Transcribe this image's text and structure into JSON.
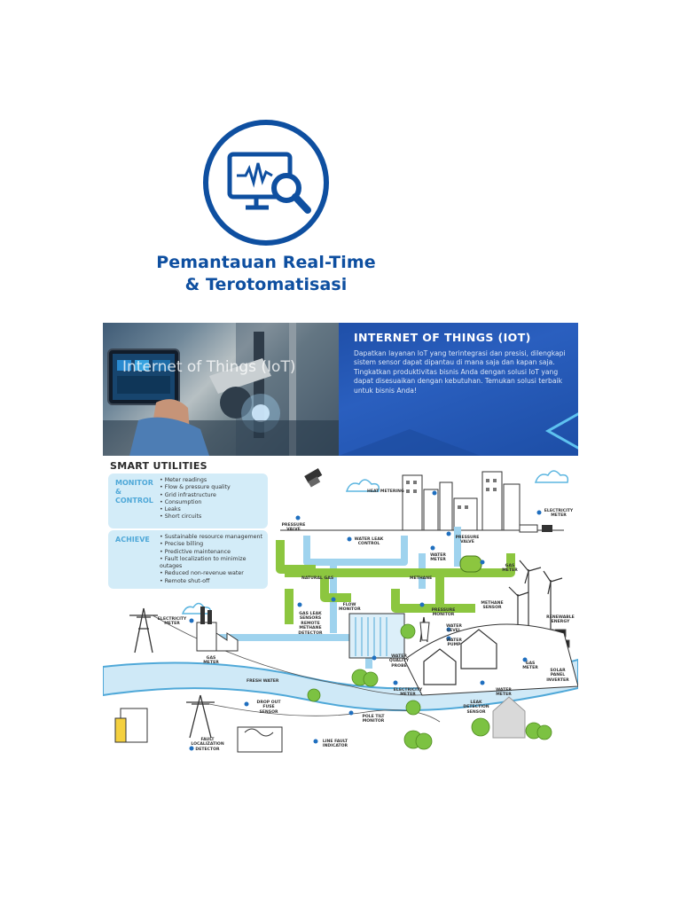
{
  "heading": {
    "line1": "Pemantauan Real-Time",
    "line2": "& Terotomatisasi"
  },
  "banner": {
    "overlay_title": "Internet of Things (IoT)",
    "panel_title": "INTERNET OF THINGS (IOT)",
    "panel_text": "Dapatkan layanan IoT yang terintegrasi dan presisi, dilengkapi sistem sensor dapat dipantau di mana saja dan kapan saja. Tingkatkan produktivitas bisnis Anda dengan solusi IoT yang dapat disesuaikan dengan kebutuhan. Temukan solusi terbaik untuk bisnis Anda!"
  },
  "infographic": {
    "title": "SMART UTILITIES",
    "monitor_header": "MONITOR & CONTROL",
    "monitor_items": [
      "Meter readings",
      "Flow & pressure quality",
      "Grid infrastructure",
      "Consumption",
      "Leaks",
      "Short circuits"
    ],
    "achieve_header": "ACHIEVE",
    "achieve_items": [
      "Sustainable resource management",
      "Precise billing",
      "Predictive maintenance",
      "Fault localization to minimize outages",
      "Reduced non-revenue water",
      "Remote shut-off"
    ],
    "labels": {
      "heat_metering": "HEAT METERING",
      "electricity_meter_top": "ELECTRICITY METER",
      "pressure_valve_left": "PRESSURE VALVE",
      "water_leak_control": "WATER LEAK CONTROL",
      "pressure_valve_right": "PRESSURE VALVE",
      "water_meter_center": "WATER METER",
      "gas_meter_right": "GAS METER",
      "natural_gas": "NATURAL GAS",
      "methane": "METHANE",
      "methane_sensor": "METHANE SENSOR",
      "renewable_energy": "RENEWABLE ENERGY",
      "electricity_meter_left": "ELECTRICITY METER",
      "gas_leak_sensors": "GAS LEAK SENSORS REMOTE METHANE DETECTOR",
      "flow_monitor": "FLOW MONITOR",
      "pressure_monitor": "PRESSURE MONITOR",
      "water_level": "WATER LEVEL",
      "water_pump": "WATER PUMP",
      "gas_meter_left": "GAS METER",
      "water_quality_probe": "WATER QUALITY PROBE",
      "gas_meter_house": "GAS METER",
      "solar_panel_inverter": "SOLAR PANEL INVERTER",
      "fresh_water": "FRESH WATER",
      "electricity_meter_bottom": "ELECTRICITY METER",
      "water_meter_house": "WATER METER",
      "leak_detection_sensor": "LEAK DETECTION SENSOR",
      "drop_out_fuse_sensor": "DROP OUT FUSE SENSOR",
      "pole_tilt_monitor": "POLE TILT MONITOR",
      "fault_localization_detector": "FAULT LOCALIZATION DETECTOR",
      "line_fault_indicator": "LINE FAULT INDICATOR"
    }
  },
  "colors": {
    "brand_blue": "#0e4fa0",
    "panel_blue": "#2a5fbf",
    "pipe_green": "#8cc63f",
    "pipe_blue": "#9fd3ee",
    "tree_green": "#7cc242",
    "box_blue": "#d3ecf8"
  }
}
